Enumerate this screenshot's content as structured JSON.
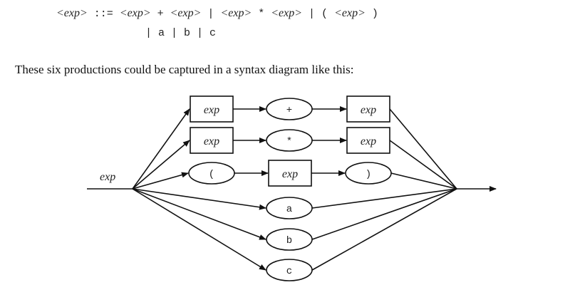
{
  "bnf": {
    "line1": {
      "nt1": "<exp>",
      "op1": " ::= ",
      "nt2": "<exp>",
      "op2": " + ",
      "nt3": "<exp>",
      "op3": " | ",
      "nt4": "<exp>",
      "op4": " * ",
      "nt5": "<exp>",
      "op5": " | ( ",
      "nt6": "<exp>",
      "op6": " )"
    },
    "line2": "| a | b | c"
  },
  "caption": "These six productions could be captured in a syntax diagram like this:",
  "diagram": {
    "entry_label": "exp",
    "row1": {
      "box1": "exp",
      "oval": "+",
      "box2": "exp"
    },
    "row2": {
      "box1": "exp",
      "oval": "*",
      "box2": "exp"
    },
    "row3": {
      "oval1": "(",
      "box": "exp",
      "oval2": ")"
    },
    "row4": {
      "oval": "a"
    },
    "row5": {
      "oval": "b"
    },
    "row6": {
      "oval": "c"
    }
  }
}
